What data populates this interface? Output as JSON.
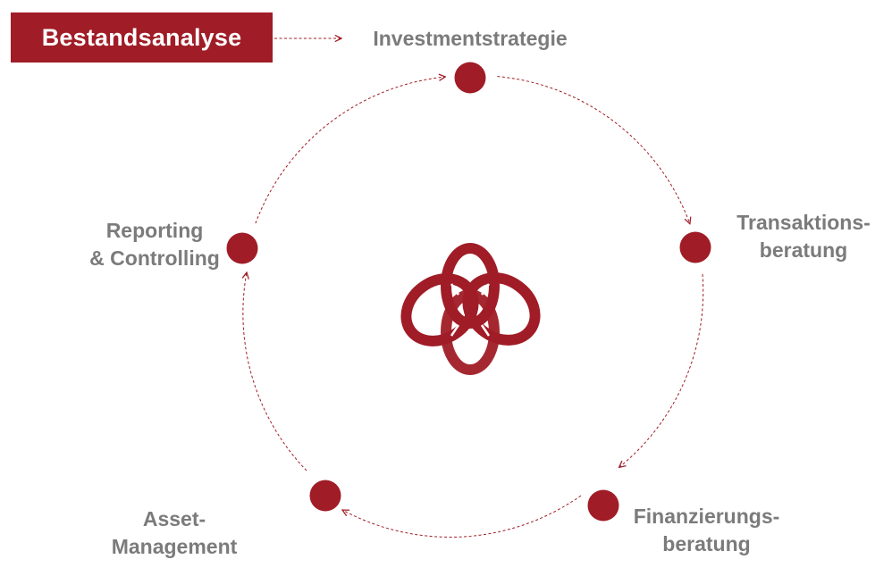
{
  "colors": {
    "accent": "#a01c26",
    "label_gray": "#7b7b7b",
    "background": "#ffffff"
  },
  "badge": {
    "label": "Bestandsanalyse"
  },
  "stages": [
    {
      "id": "investmentstrategie",
      "lines": [
        "Investmentstrategie"
      ]
    },
    {
      "id": "transaktionsberatung",
      "lines": [
        "Transaktions-",
        "beratung"
      ]
    },
    {
      "id": "finanzierungsberatung",
      "lines": [
        "Finanzierungs-",
        "beratung"
      ]
    },
    {
      "id": "asset-management",
      "lines": [
        "Asset-",
        "Management"
      ]
    },
    {
      "id": "reporting-controlling",
      "lines": [
        "Reporting",
        "& Controlling"
      ]
    }
  ],
  "center_logo": {
    "icon": "interlocked-rings-logo"
  }
}
